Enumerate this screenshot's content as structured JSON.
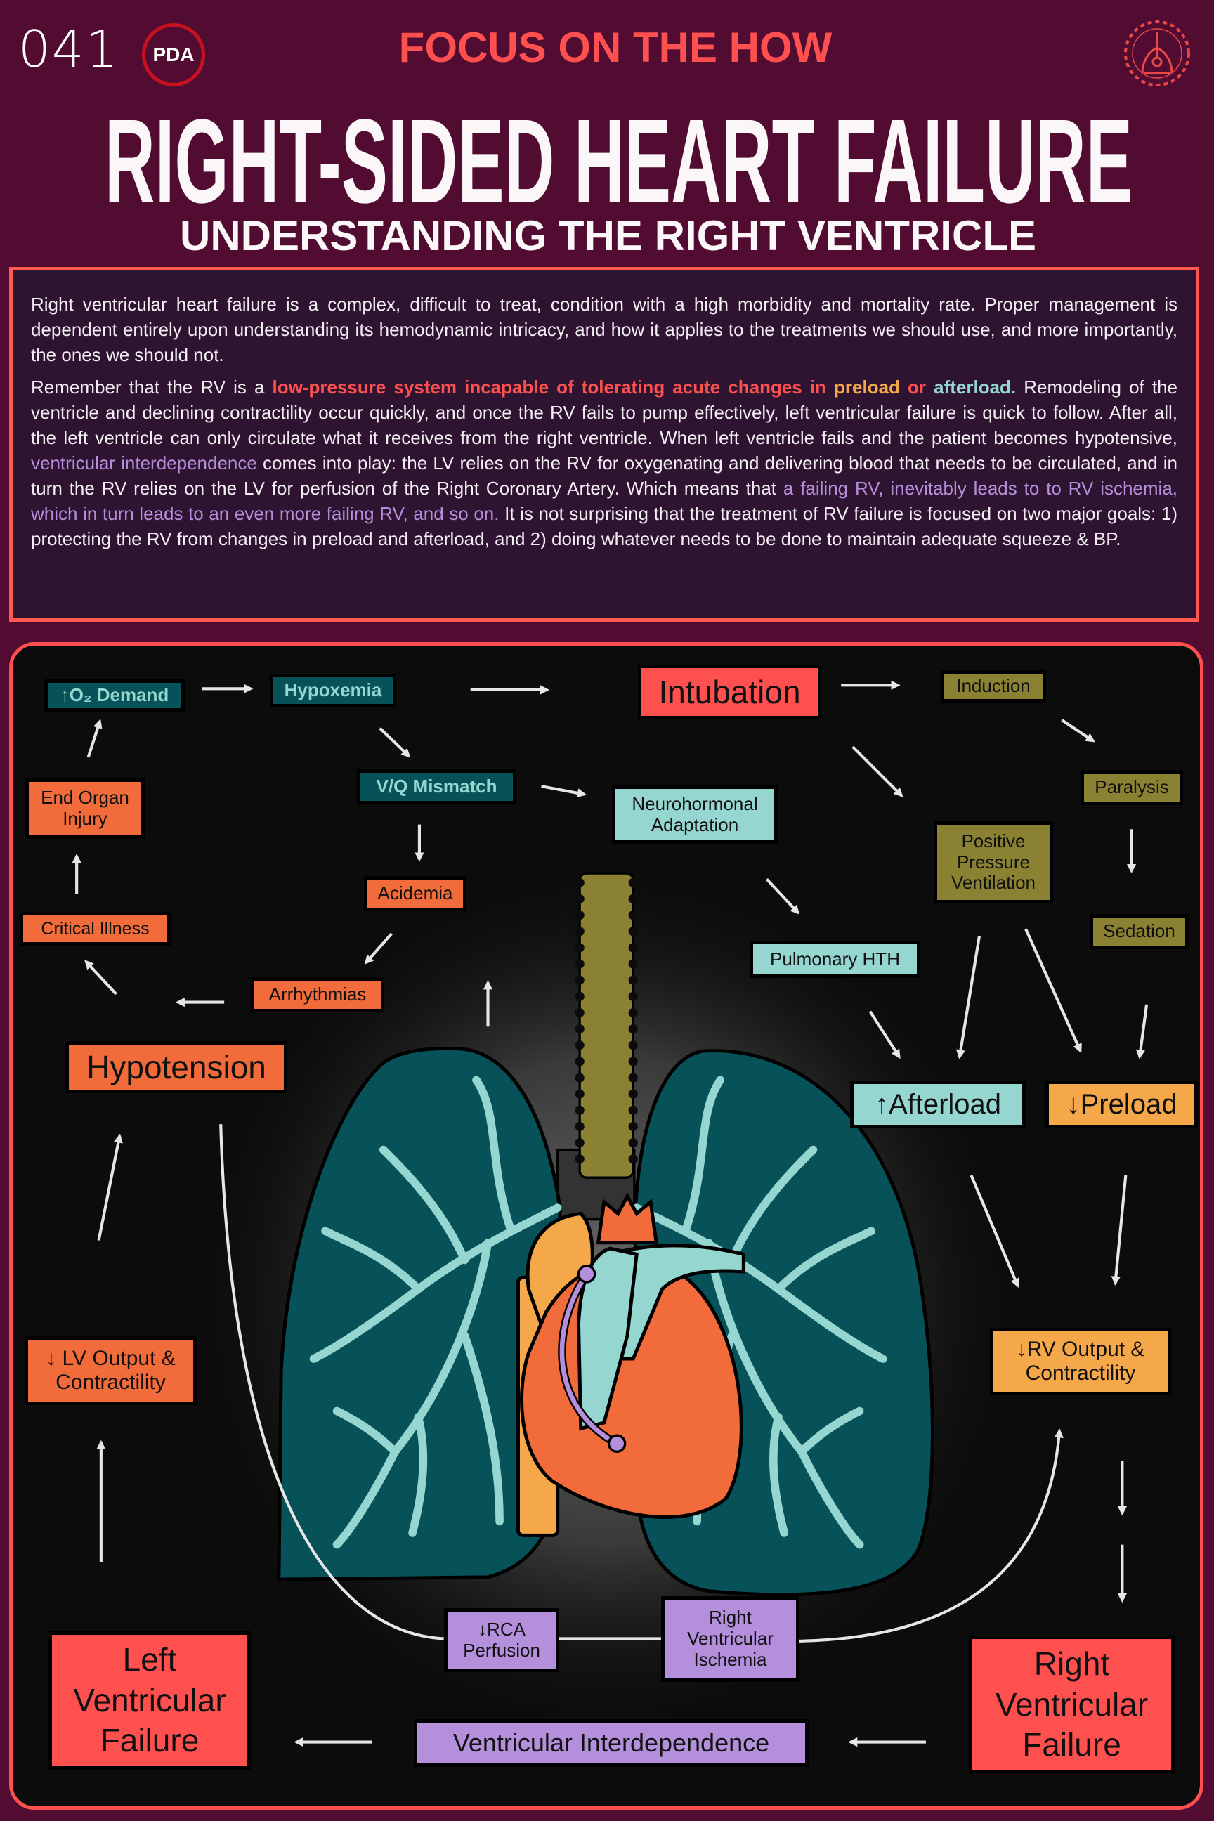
{
  "header": {
    "issue_number": "041",
    "badge": "PDA",
    "series": "FOCUS ON THE HOW",
    "title": "RIGHT-SIDED HEART FAILURE",
    "subtitle": "UNDERSTANDING THE RIGHT VENTRICLE",
    "logo_icon": "lungs-heart-logo"
  },
  "intro": {
    "paragraph1": "Right ventricular heart failure is a complex, difficult to treat, condition with a high morbidity and mortality rate. Proper management is dependent entirely upon understanding its hemodynamic intricacy, and how it applies to the treatments we should use, and more importantly, the ones we should not.",
    "paragraph2": [
      {
        "text": "Remember that the RV is a ",
        "tone": "normal"
      },
      {
        "text": "low-pressure system incapable of tolerating acute changes in ",
        "tone": "red"
      },
      {
        "text": "preload",
        "tone": "orange"
      },
      {
        "text": " or ",
        "tone": "red"
      },
      {
        "text": "afterload.",
        "tone": "teal"
      },
      {
        "text": " Remodeling of the ventricle and declining contractility occur quickly, and once the RV fails to pump effectively, left ventricular failure is quick to follow. After all, the left ventricle can only circulate what it receives from the right ventricle. When left ventricle fails and the patient becomes hypotensive, ",
        "tone": "normal"
      },
      {
        "text": "ventricular interdependence",
        "tone": "purple"
      },
      {
        "text": " comes into play: the LV relies on the RV for oxygenating and delivering blood that needs to be circulated, and in turn the RV relies on the LV for perfusion of the Right Coronary Artery. Which means that ",
        "tone": "normal"
      },
      {
        "text": "a failing RV, inevitably leads to to RV ischemia, which in turn leads to an even more failing RV, and so on.",
        "tone": "purple"
      },
      {
        "text": " It is not surprising that the treatment of RV failure is focused on two major goals: 1) protecting the RV from changes in preload and afterload, and 2) doing whatever needs to be done to maintain adequate squeeze & BP.",
        "tone": "normal"
      }
    ]
  },
  "colors": {
    "background": "#520c32",
    "accent_red": "#ff5050",
    "teal_dark": "#075159",
    "teal_light": "#96d6d0",
    "orange": "#f26b3a",
    "yellow_orange": "#f4a84a",
    "olive": "#8a8232",
    "purple": "#b48fdc"
  },
  "diagram": {
    "nodes": {
      "o2_demand": "↑O₂ Demand",
      "hypoxemia": "Hypoxemia",
      "vq_mismatch": "V/Q Mismatch",
      "intubation": "Intubation",
      "induction": "Induction",
      "paralysis": "Paralysis",
      "neurohormonal": "Neurohormonal\nAdaptation",
      "ppv": "Positive\nPressure\nVentilation",
      "sedation": "Sedation",
      "end_organ": "End Organ\nInjury",
      "acidemia": "Acidemia",
      "pulm_hth": "Pulmonary HTH",
      "critical_illness": "Critical Illness",
      "arrhythmias": "Arrhythmias",
      "hypotension": "Hypotension",
      "afterload": "↑Afterload",
      "preload": "↓Preload",
      "rv_output": "↓RV Output &\nContractility",
      "lv_output": "↓ LV Output &\nContractility",
      "rca_perfusion": "↓RCA\nPerfusion",
      "rv_ischemia": "Right\nVentricular\nIschemia",
      "lv_failure": "Left\nVentricular\nFailure",
      "rv_failure": "Right\nVentricular\nFailure",
      "interdependence": "Ventricular Interdependence"
    },
    "illustration": "lungs-heart-icon"
  }
}
